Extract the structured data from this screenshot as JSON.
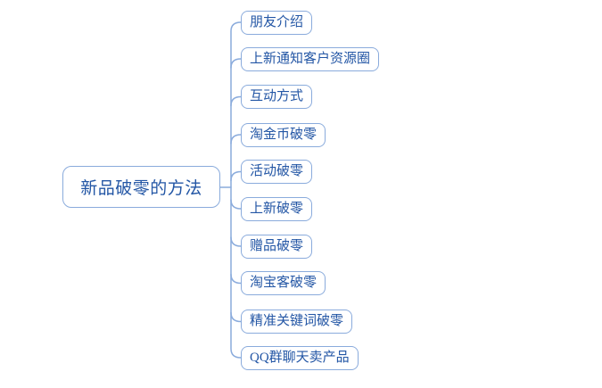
{
  "mindmap": {
    "root": {
      "label": "新品破零的方法"
    },
    "children": [
      {
        "label": "朋友介绍"
      },
      {
        "label": "上新通知客户资源圈"
      },
      {
        "label": "互动方式"
      },
      {
        "label": "淘金币破零"
      },
      {
        "label": "活动破零"
      },
      {
        "label": "上新破零"
      },
      {
        "label": "赠品破零"
      },
      {
        "label": "淘宝客破零"
      },
      {
        "label": "精准关键词破零"
      },
      {
        "label": "QQ群聊天卖产品"
      }
    ],
    "colors": {
      "line": "#8aabdc",
      "text": "#2356a5",
      "background": "#ffffff"
    }
  }
}
